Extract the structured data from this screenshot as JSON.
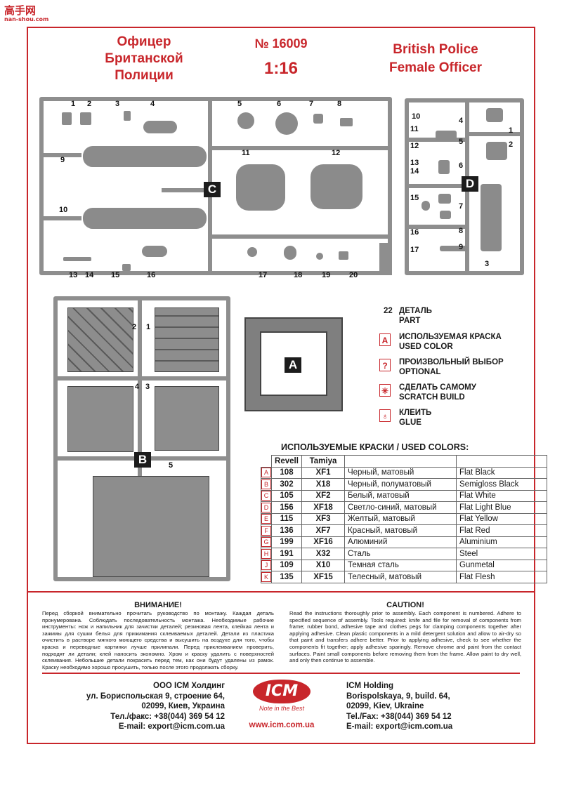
{
  "site_logo": {
    "cn": "高手网",
    "url": "nan-shou.com"
  },
  "title": {
    "ru_lines": [
      "Офицер",
      "Британской",
      "Полиции"
    ],
    "number": "№ 16009",
    "scale": "1:16",
    "en_lines": [
      "British Police",
      "Female Officer"
    ]
  },
  "sprues": {
    "c_label": "C",
    "d_label": "D",
    "b_label": "B",
    "a_label": "A",
    "c_numbers": [
      "1",
      "2",
      "3",
      "4",
      "5",
      "6",
      "7",
      "8",
      "9",
      "10",
      "11",
      "12",
      "13",
      "14",
      "15",
      "16",
      "17",
      "18",
      "19",
      "20"
    ],
    "d_numbers": [
      "10",
      "11",
      "12",
      "13",
      "14",
      "15",
      "16",
      "17",
      "4",
      "5",
      "6",
      "7",
      "8",
      "9",
      "1",
      "2",
      "3"
    ],
    "b_numbers": [
      "2",
      "1",
      "4",
      "3",
      "5"
    ]
  },
  "legend": {
    "part_num": "22",
    "part_ru": "ДЕТАЛЬ",
    "part_en": "PART",
    "items": [
      {
        "icon": "A",
        "ru": "ИСПОЛЬЗУЕМАЯ КРАСКА",
        "en": "USED COLOR"
      },
      {
        "icon": "?",
        "ru": "ПРОИЗВОЛЬНЫЙ ВЫБОР",
        "en": "OPTIONAL"
      },
      {
        "icon": "✳",
        "ru": "СДЕЛАТЬ САМОМУ",
        "en": "SCRATCH BUILD"
      },
      {
        "icon": "♁",
        "ru": "КЛЕИТЬ",
        "en": "GLUE"
      }
    ]
  },
  "colors": {
    "heading": "ИСПОЛЬЗУЕМЫЕ КРАСКИ / USED COLORS:",
    "col_revell": "Revell",
    "col_tamiya": "Tamiya",
    "rows": [
      {
        "code": "A",
        "revell": "108",
        "tamiya": "XF1",
        "ru": "Черный, матовый",
        "en": "Flat Black"
      },
      {
        "code": "B",
        "revell": "302",
        "tamiya": "X18",
        "ru": "Черный, полуматовый",
        "en": "Semigloss Black"
      },
      {
        "code": "C",
        "revell": "105",
        "tamiya": "XF2",
        "ru": "Белый, матовый",
        "en": "Flat White"
      },
      {
        "code": "D",
        "revell": "156",
        "tamiya": "XF18",
        "ru": "Светло-синий, матовый",
        "en": "Flat Light Blue"
      },
      {
        "code": "E",
        "revell": "115",
        "tamiya": "XF3",
        "ru": "Желтый, матовый",
        "en": "Flat Yellow"
      },
      {
        "code": "F",
        "revell": "136",
        "tamiya": "XF7",
        "ru": "Красный, матовый",
        "en": "Flat Red"
      },
      {
        "code": "G",
        "revell": "199",
        "tamiya": "XF16",
        "ru": "Алюминий",
        "en": "Aluminium"
      },
      {
        "code": "H",
        "revell": "191",
        "tamiya": "X32",
        "ru": "Сталь",
        "en": "Steel"
      },
      {
        "code": "J",
        "revell": "109",
        "tamiya": "X10",
        "ru": "Темная сталь",
        "en": "Gunmetal"
      },
      {
        "code": "K",
        "revell": "135",
        "tamiya": "XF15",
        "ru": "Телесный, матовый",
        "en": "Flat Flesh"
      }
    ]
  },
  "notices": {
    "ru_title": "ВНИМАНИЕ!",
    "ru_text": "Перед сборкой внимательно прочитать руководство по монтажу. Каждая деталь пронумерована. Соблюдать последовательность монтажа. Необходимые рабочие инструменты: нож и напильник для зачистки деталей; резиновая лента, клейкая лента и зажимы для сушки белья для прижимания склеиваемых деталей. Детали из пластика очистить в растворе мягкого моющего средства и высушить на воздухе для того, чтобы краска и переводные картинки лучше прилипали. Перед приклеиванием проверить, подходят ли детали; клей наносить экономно. Хром и краску удалить с поверхностей склеивания. Небольшие детали покрасить перед тем, как они будут удалены из рамок. Краску необходимо хорошо просушить, только после этого продолжать сборку.",
    "en_title": "CAUTION!",
    "en_text": "Read the instructions thoroughly prior to assembly. Each component is numbered. Adhere to specified sequence of assembly. Tools required: knife and file for removal of components from frame; rubber bond, adhesive tape and clothes pegs for clamping components together after applying adhesive. Clean plastic components in a mild detergent solution and allow to air-dry so that paint and transfers adhere better. Prior to applying adhesive, check to see whether the components fit together; apply adhesive sparingly. Remove chrome and paint from the contact surfaces. Paint small components before removing them from the frame. Allow paint to dry well, and only then continue to assemble."
  },
  "footer": {
    "ru_lines": [
      "ООО ICM Холдинг",
      "ул. Бориспольская 9, строение 64,",
      "02099, Киев, Украина",
      "Тел./факс: +38(044) 369 54 12",
      "E-mail: export@icm.com.ua"
    ],
    "en_lines": [
      "ICM Holding",
      "Borispolskaya, 9, build. 64,",
      "02099, Kiev, Ukraine",
      "Tel./Fax: +38(044) 369 54 12",
      "E-mail: export@icm.com.ua"
    ],
    "logo": "ICM",
    "slogan": "Note in the Best",
    "website": "www.icm.com.ua"
  },
  "colors_theme": {
    "accent": "#c8262b",
    "plastic": "#8e8e8e"
  }
}
